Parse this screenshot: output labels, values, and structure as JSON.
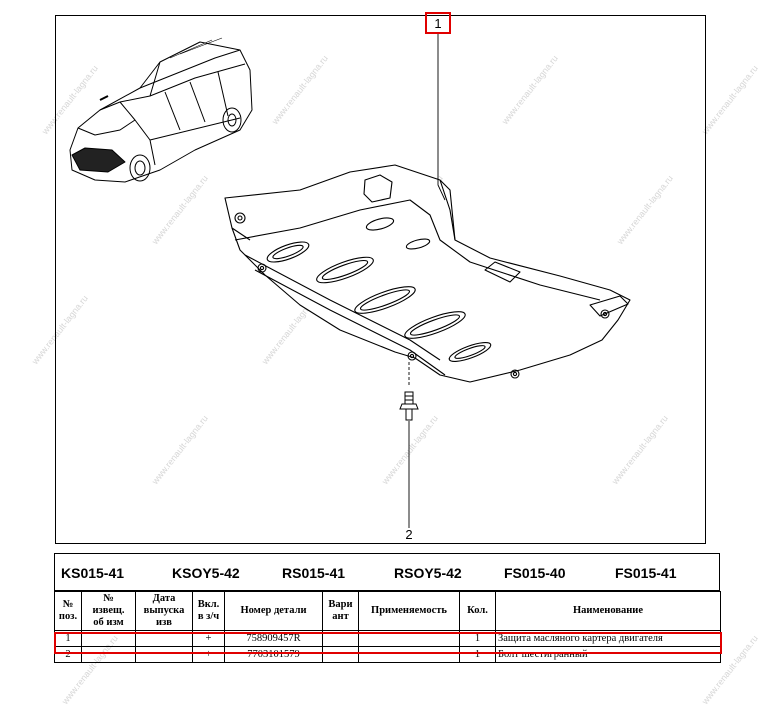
{
  "watermark": "www.renault-lagna.ru",
  "accent_color": "#e00000",
  "diagram": {
    "callouts": [
      {
        "number": "1",
        "target": "Защита масляного картера двигателя",
        "highlighted": true
      },
      {
        "number": "2",
        "target": "Болт шестигранный",
        "highlighted": false
      }
    ]
  },
  "codes": [
    "KS015-41",
    "KSOY5-42",
    "RS015-41",
    "RSOY5-42",
    "FS015-40",
    "FS015-41"
  ],
  "table": {
    "headers": [
      "№\nпоз.",
      "№\nизвещ.\nоб изм",
      "Дата\nвыпуска\nизв",
      "Вкл.\nв з/ч",
      "Номер детали",
      "Вари\nант",
      "Применяемость",
      "Кол.",
      "Наименование"
    ],
    "rows": [
      {
        "pos": "1",
        "notice": "",
        "date": "",
        "incl": "+",
        "part_number": "758909457R",
        "variant": "",
        "usage": "",
        "qty": "1",
        "name": "Защита масляного картера двигателя",
        "highlighted": true
      },
      {
        "pos": "2",
        "notice": "",
        "date": "",
        "incl": "+",
        "part_number": "7703101579",
        "variant": "",
        "usage": "",
        "qty": "1",
        "name": "Болт шестигранный",
        "highlighted": false
      }
    ]
  }
}
